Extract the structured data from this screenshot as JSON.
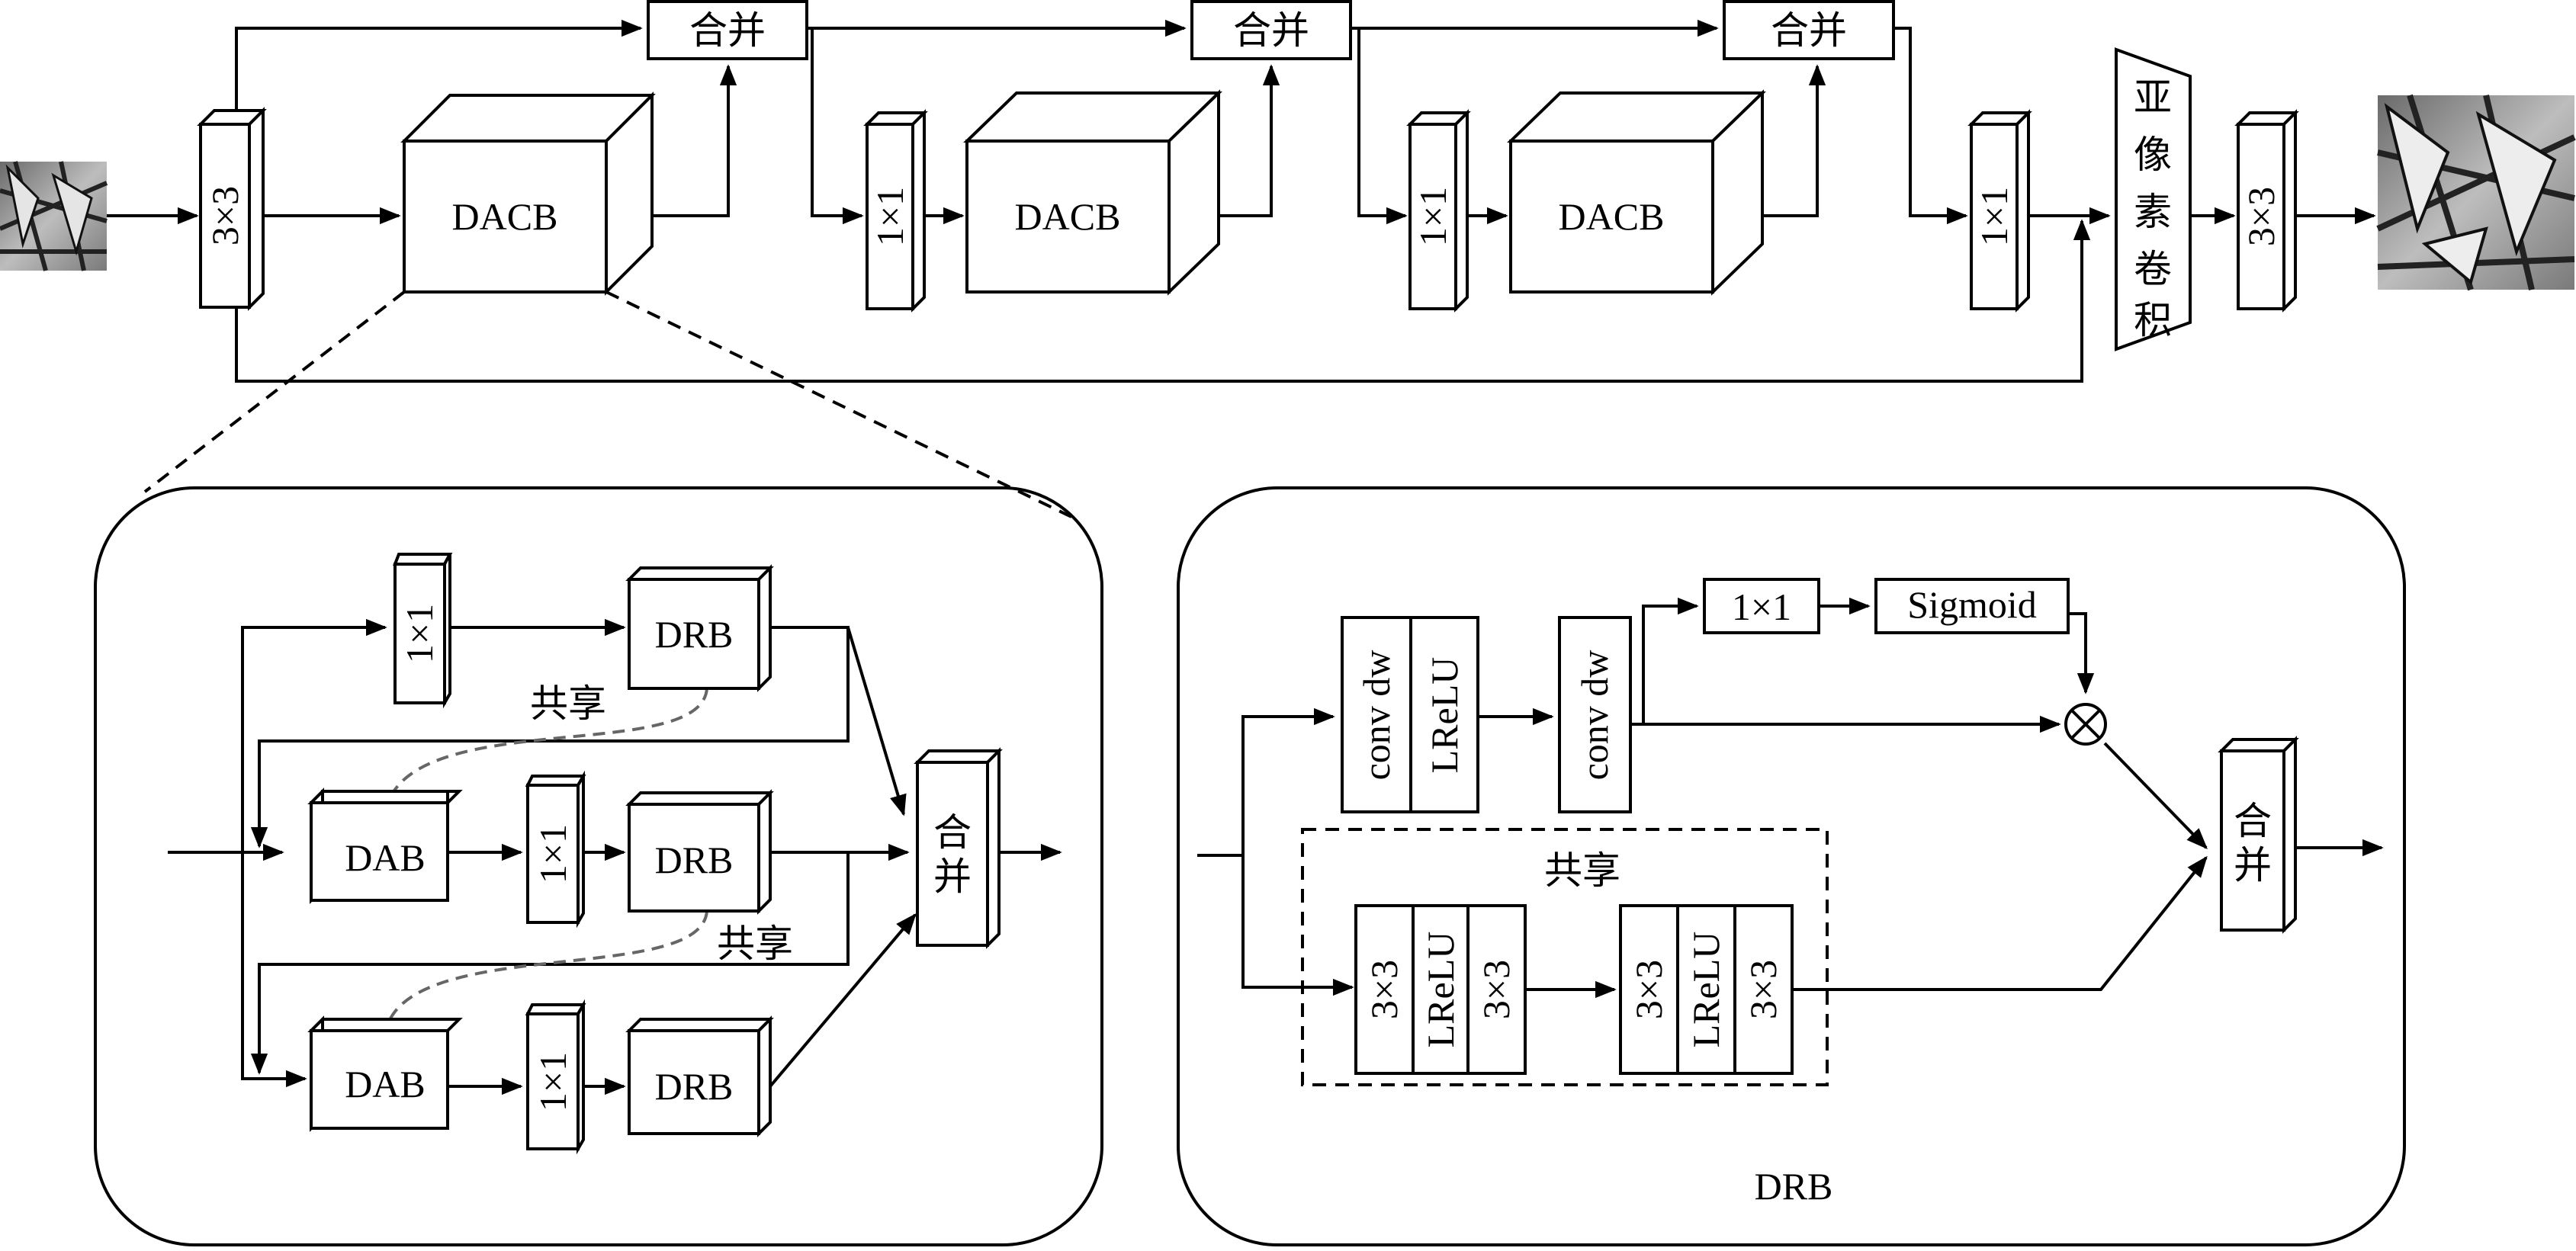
{
  "top": {
    "conv_in": "3×3",
    "dacb": "DACB",
    "merge": "合并",
    "conv1x1": "1×1",
    "subpixel_chars": [
      "亚",
      "像",
      "素",
      "卷",
      "积"
    ],
    "conv_out": "3×3"
  },
  "dacb_detail": {
    "conv1x1": "1×1",
    "drb": "DRB",
    "dab": "DAB",
    "shared": "共享",
    "merge_chars": [
      "合",
      "并"
    ]
  },
  "drb_detail": {
    "conv_dw": "conv dw",
    "lrelu": "LReLU",
    "conv1x1": "1×1",
    "sigmoid": "Sigmoid",
    "shared": "共享",
    "conv3x3": "3×3",
    "merge_chars": [
      "合",
      "并"
    ],
    "caption": "DRB"
  },
  "colors": {
    "stroke": "#000000",
    "shared_link": "#666666",
    "background": "#ffffff"
  }
}
